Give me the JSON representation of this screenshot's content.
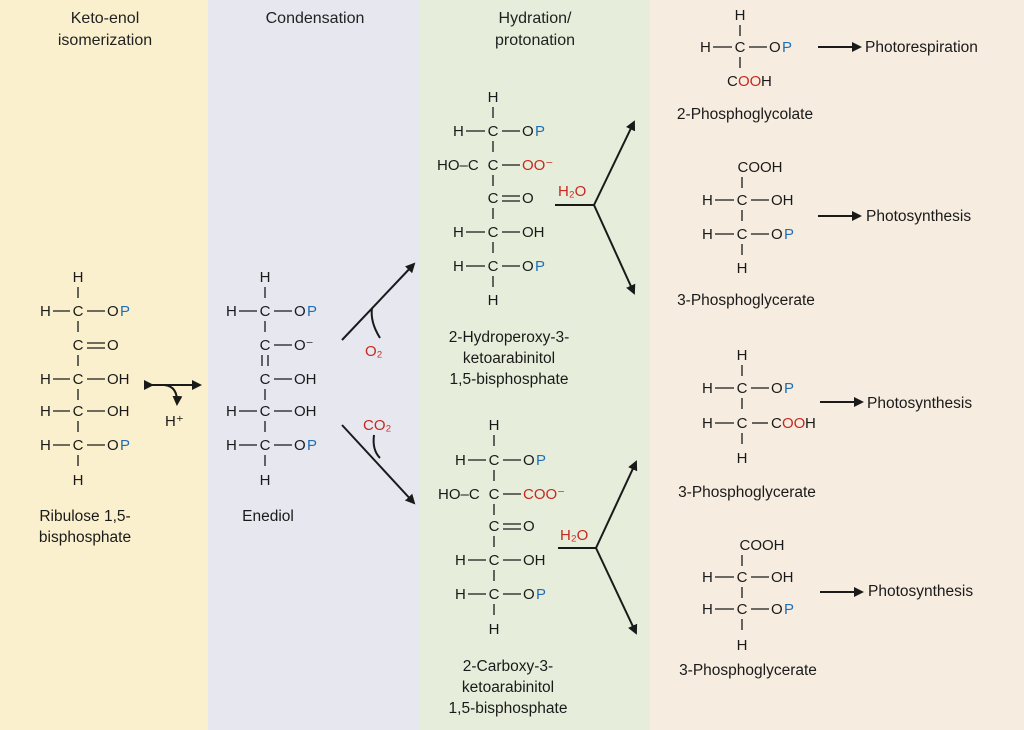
{
  "sections": {
    "keto_enol": [
      "Keto-enol",
      "isomerization"
    ],
    "condensation": "Condensation",
    "hydration": [
      "Hydration/",
      "protonation"
    ]
  },
  "compounds": {
    "ribulose": [
      "Ribulose 1,5-",
      "bisphosphate"
    ],
    "enediol": "Enediol",
    "hydroperoxy": [
      "2-Hydroperoxy-3-",
      "ketoarabinitol",
      "1,5-bisphosphate"
    ],
    "carboxy": [
      "2-Carboxy-3-",
      "ketoarabinitol",
      "1,5-bisphosphate"
    ],
    "phosphoglycolate": "2-Phosphoglycolate",
    "pga1": "3-Phosphoglycerate",
    "pga2": "3-Phosphoglycerate",
    "pga3": "3-Phosphoglycerate"
  },
  "reagents": {
    "proton": "H⁺",
    "o2": "O₂",
    "co2": "CO₂",
    "water1": "H₂O",
    "water2": "H₂O"
  },
  "fates": {
    "photorespiration": "Photorespiration",
    "photosynthesis_1": "Photosynthesis",
    "photosynthesis_2": "Photosynthesis",
    "photosynthesis_3": "Photosynthesis"
  },
  "atoms": {
    "h": "H",
    "c": "C",
    "o": "O",
    "p": "P",
    "oh": "OH",
    "op": "OP",
    "o_minus": "O⁻",
    "oo_minus": "OO⁻",
    "coo_minus": "COO⁻",
    "cooh": "COOH",
    "cooh_c": "C",
    "cooh_oo": "OO",
    "cooh_h": "H",
    "oo": "OO",
    "minus": "⁻",
    "coo": "COO",
    "hc": "H–C",
    "hoc": "HO–C",
    "dash": "–"
  },
  "colors": {
    "red": "#c8281e",
    "blue": "#1f6fb8",
    "panel_1": "#fbf0cd",
    "panel_2": "#e6e7ef",
    "panel_3": "#e6eedb",
    "panel_4": "#f6ede0"
  }
}
